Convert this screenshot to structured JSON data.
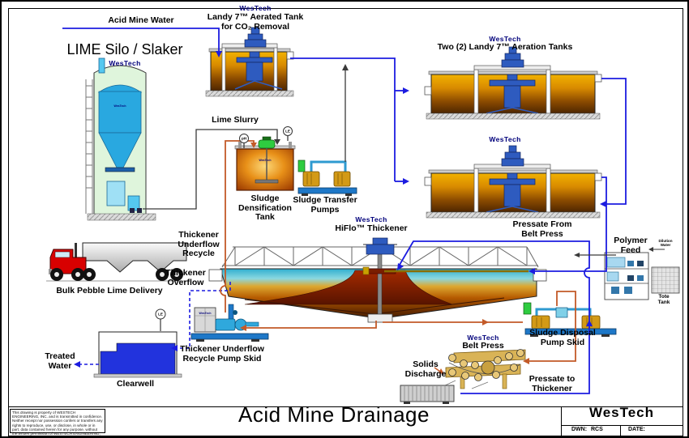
{
  "labels": {
    "acid_mine_water": "Acid Mine Water",
    "lime_silo": "LIME Silo / Slaker",
    "landy_aerated": "Landy 7™ Aerated Tank\nfor CO₂ Removal",
    "two_landy": "Two (2) Landy 7™ Aeration Tanks",
    "lime_slurry": "Lime Slurry",
    "sludge_densification": "Sludge\nDensification\nTank",
    "sludge_transfer": "Sludge Transfer\nPumps",
    "hiflo": "HiFlo™ Thickener",
    "pressate_from": "Pressate From\nBelt Press",
    "polymer_feed": "Polymer\nFeed",
    "dilution_water": "Dilution\nWater",
    "tote_tank": "Tote Tank",
    "underflow_recycle": "Thickener\nUnderflow\nRecycle",
    "overflow": "Thickener\nOverflow",
    "bulk_pebble": "Bulk Pebble Lime Delivery",
    "treated_water": "Treated\nWater",
    "clearwell": "Clearwell",
    "recycle_pump_skid": "Thickener Underflow\nRecycle Pump Skid",
    "disposal_pump_skid": "Sludge Disposal\nPump Skid",
    "belt_press": "Belt Press",
    "solids_discharge": "Solids\nDischarge",
    "pressate_to": "Pressate to\nThickener"
  },
  "instruments": {
    "ph": "pH",
    "le": "LE"
  },
  "brand": {
    "logo": "WesTech"
  },
  "title_block": {
    "title": "Acid Mine Drainage",
    "copyright": "This drawing is property of WESTECH ENGINEERING, INC. and is transmitted in confidence. Neither receipt nor possession confers or transfers any rights to reproduce, use, or disclose, in whole or in part, data contained herein for any purpose, without the written permission of WESTECH ENGINEERING, INC., Salt Lake City, Utah",
    "dwn_label": "DWN:",
    "dwn_value": "RCS",
    "date_label": "DATE:"
  },
  "colors": {
    "line_blue": "#1C1CE0",
    "line_orange": "#C35A28",
    "line_dark": "#3A3A3A",
    "feed_olive": "#8A6D00",
    "logo_navy": "#00007B",
    "tank_amber_top": "#EFA600",
    "tank_brown_bottom": "#4E2600",
    "thickener_teal": "#2FAECF",
    "water_blue": "#2233DD"
  }
}
